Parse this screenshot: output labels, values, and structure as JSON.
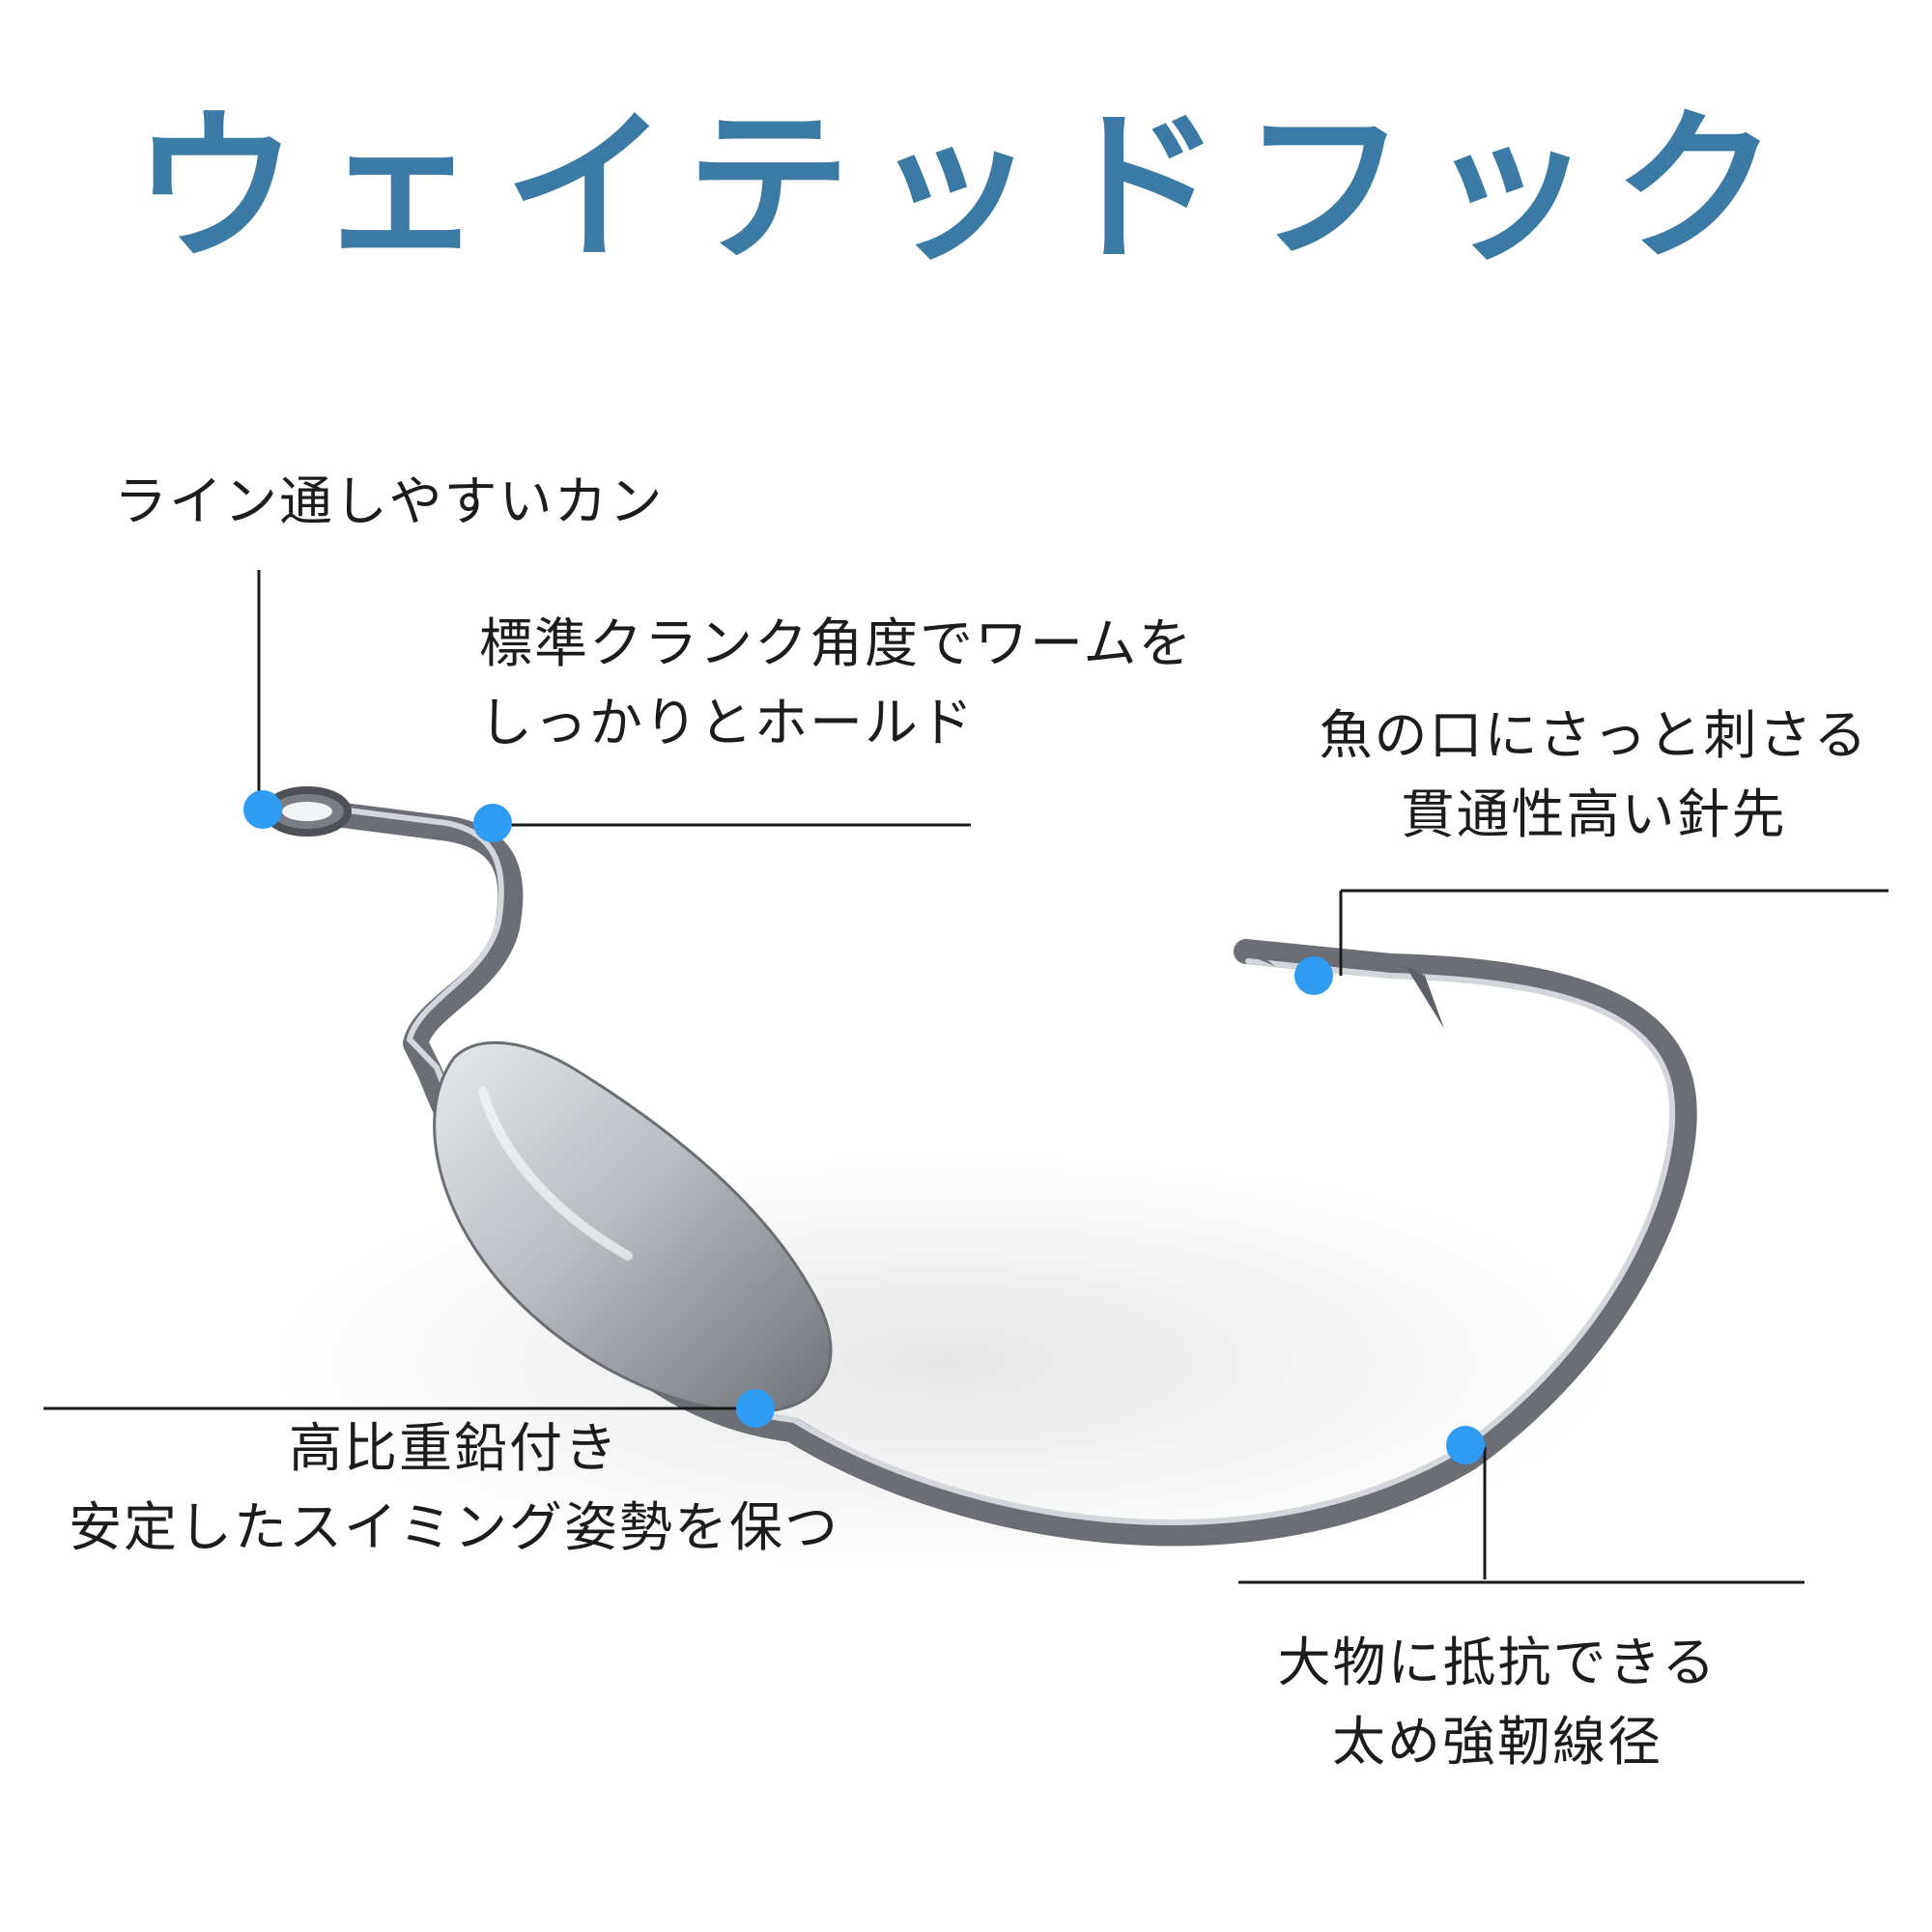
{
  "title": "ウェイテッドフック",
  "colors": {
    "title": "#3b7aa4",
    "marker": "#2f9cf4",
    "leader": "#1a1a1a",
    "hook_metal": "#8a8e94",
    "weight_metal": "#b4b7bc"
  },
  "image": "weighted-fishing-hook",
  "callouts": [
    {
      "id": "eye",
      "lines": [
        "ライン通しやすいカン"
      ]
    },
    {
      "id": "crank",
      "lines": [
        "標準クランク角度でワームを",
        "しっかりとホールド"
      ]
    },
    {
      "id": "point",
      "lines": [
        "魚の口にさっと刺さる",
        "貫通性高い針先"
      ]
    },
    {
      "id": "weight",
      "lines": [
        "高比重鉛付き",
        "安定したスイミング姿勢を保つ"
      ]
    },
    {
      "id": "wire",
      "lines": [
        "大物に抵抗できる",
        "太め強靭線径"
      ]
    }
  ]
}
